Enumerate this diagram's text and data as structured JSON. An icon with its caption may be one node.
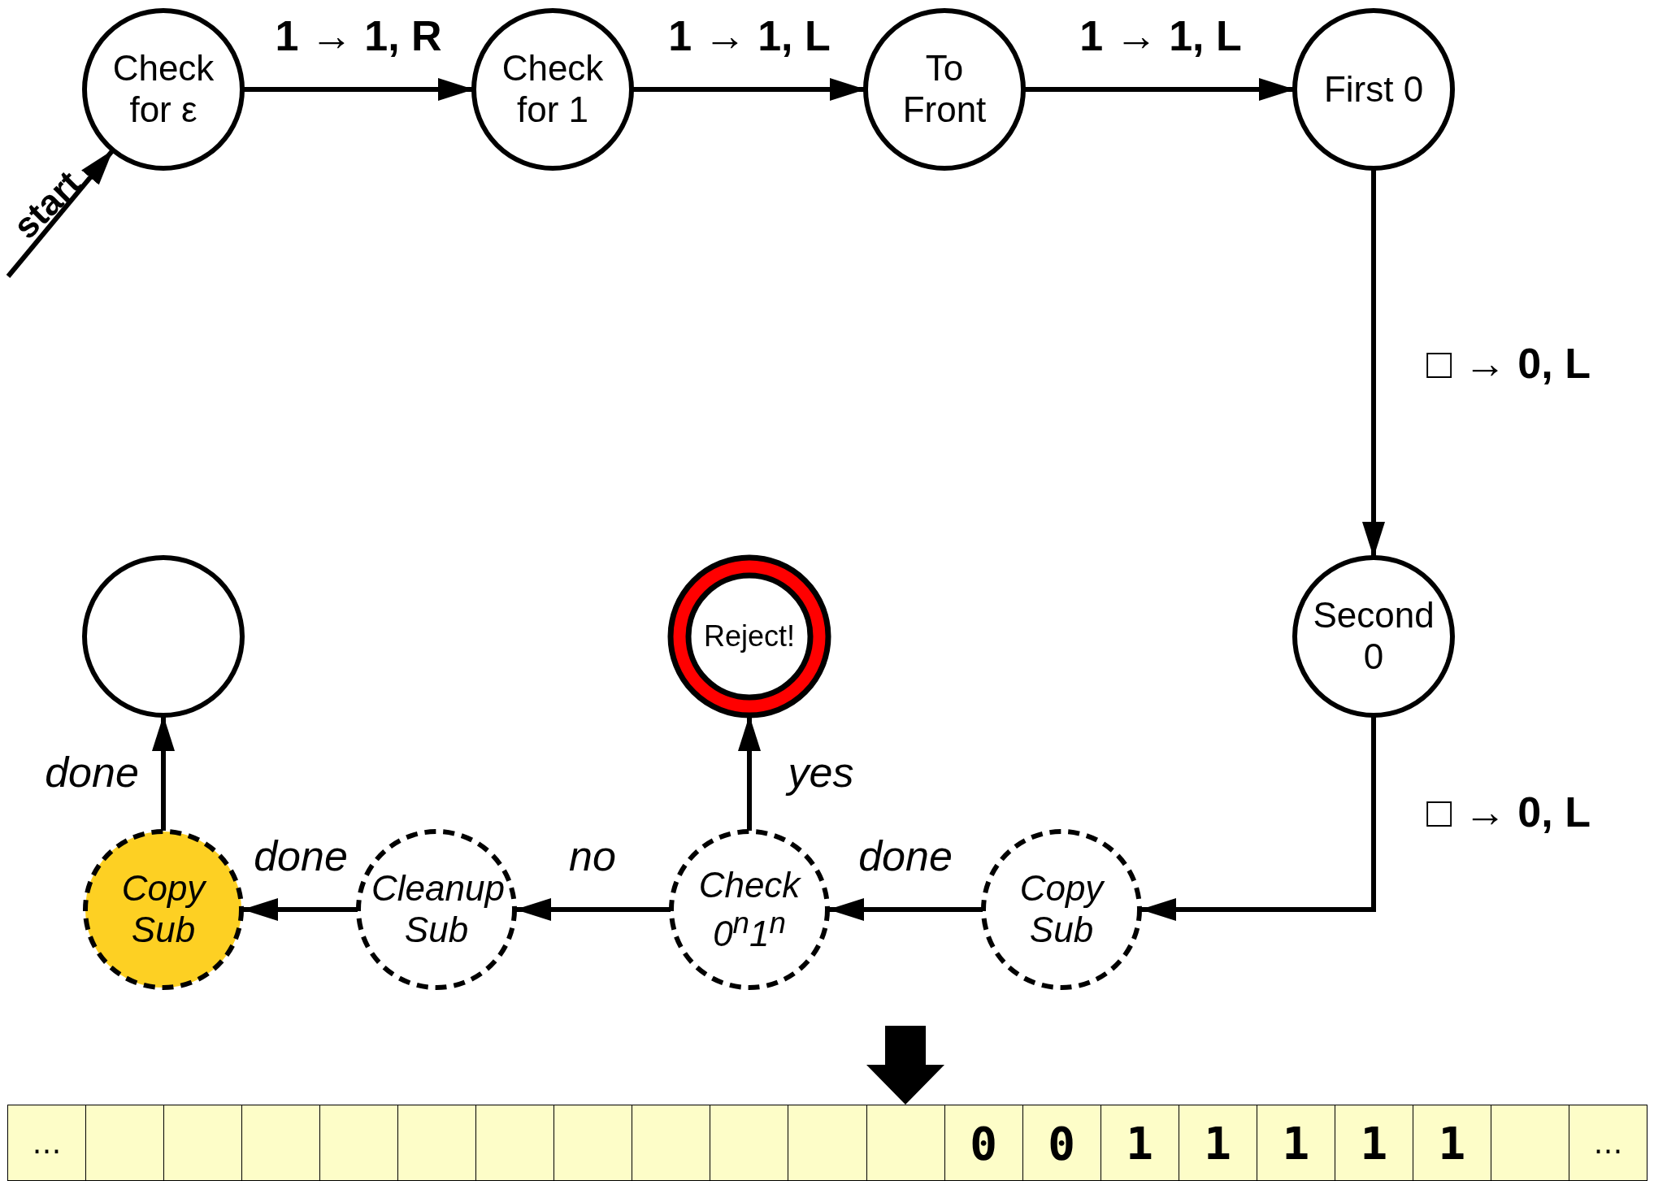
{
  "diagram": {
    "nodes": [
      {
        "text": [
          "Check for ε"
        ]
      },
      {
        "text": [
          "Check for 1"
        ]
      },
      {
        "text": [
          "To Front"
        ]
      },
      {
        "text": [
          "First 0"
        ]
      },
      {
        "text": [],
        "shape": "circle"
      },
      {
        "text": [
          "Reject!"
        ]
      },
      {
        "text": [
          "Second 0"
        ]
      },
      {
        "text": [
          "Copy Sub"
        ]
      },
      {
        "text": [
          "Cleanup Sub"
        ]
      },
      {
        "text": [
          "Check 0$^{n}$1$^{n}$"
        ]
      },
      {
        "text": [
          "Copy Sub"
        ]
      }
    ],
    "edges": [
      {
        "from": null,
        "to": 0,
        "arrow": "to",
        "label": "start"
      },
      {
        "from": 0,
        "to": 1,
        "arrow": "to",
        "label": "**1** → **1, R**"
      },
      {
        "from": 1,
        "to": 2,
        "arrow": "to",
        "label": "**1** → **1, L**"
      },
      {
        "from": 2,
        "to": 3,
        "arrow": "to",
        "label": "**1** → **1, L**"
      },
      {
        "from": 3,
        "to": 6,
        "arrow": "to",
        "label": "□ → **0, L**"
      },
      {
        "from": 6,
        "to": 10,
        "arrow": "to",
        "label": "□ → **0, L**"
      },
      {
        "from": 10,
        "to": 9,
        "arrow": "to",
        "label": "done"
      },
      {
        "from": 9,
        "to": 8,
        "arrow": "to",
        "label": "no"
      },
      {
        "from": 9,
        "to": 5,
        "arrow": "to",
        "label": "yes"
      },
      {
        "from": 8,
        "to": 7,
        "arrow": "to",
        "label": "done"
      },
      {
        "from": 7,
        "to": 4,
        "arrow": "to",
        "label": "done"
      }
    ],
    "labels": [
      "…",
      "0",
      "0",
      "1",
      "1",
      "1",
      "1",
      "1",
      "…"
    ]
  }
}
